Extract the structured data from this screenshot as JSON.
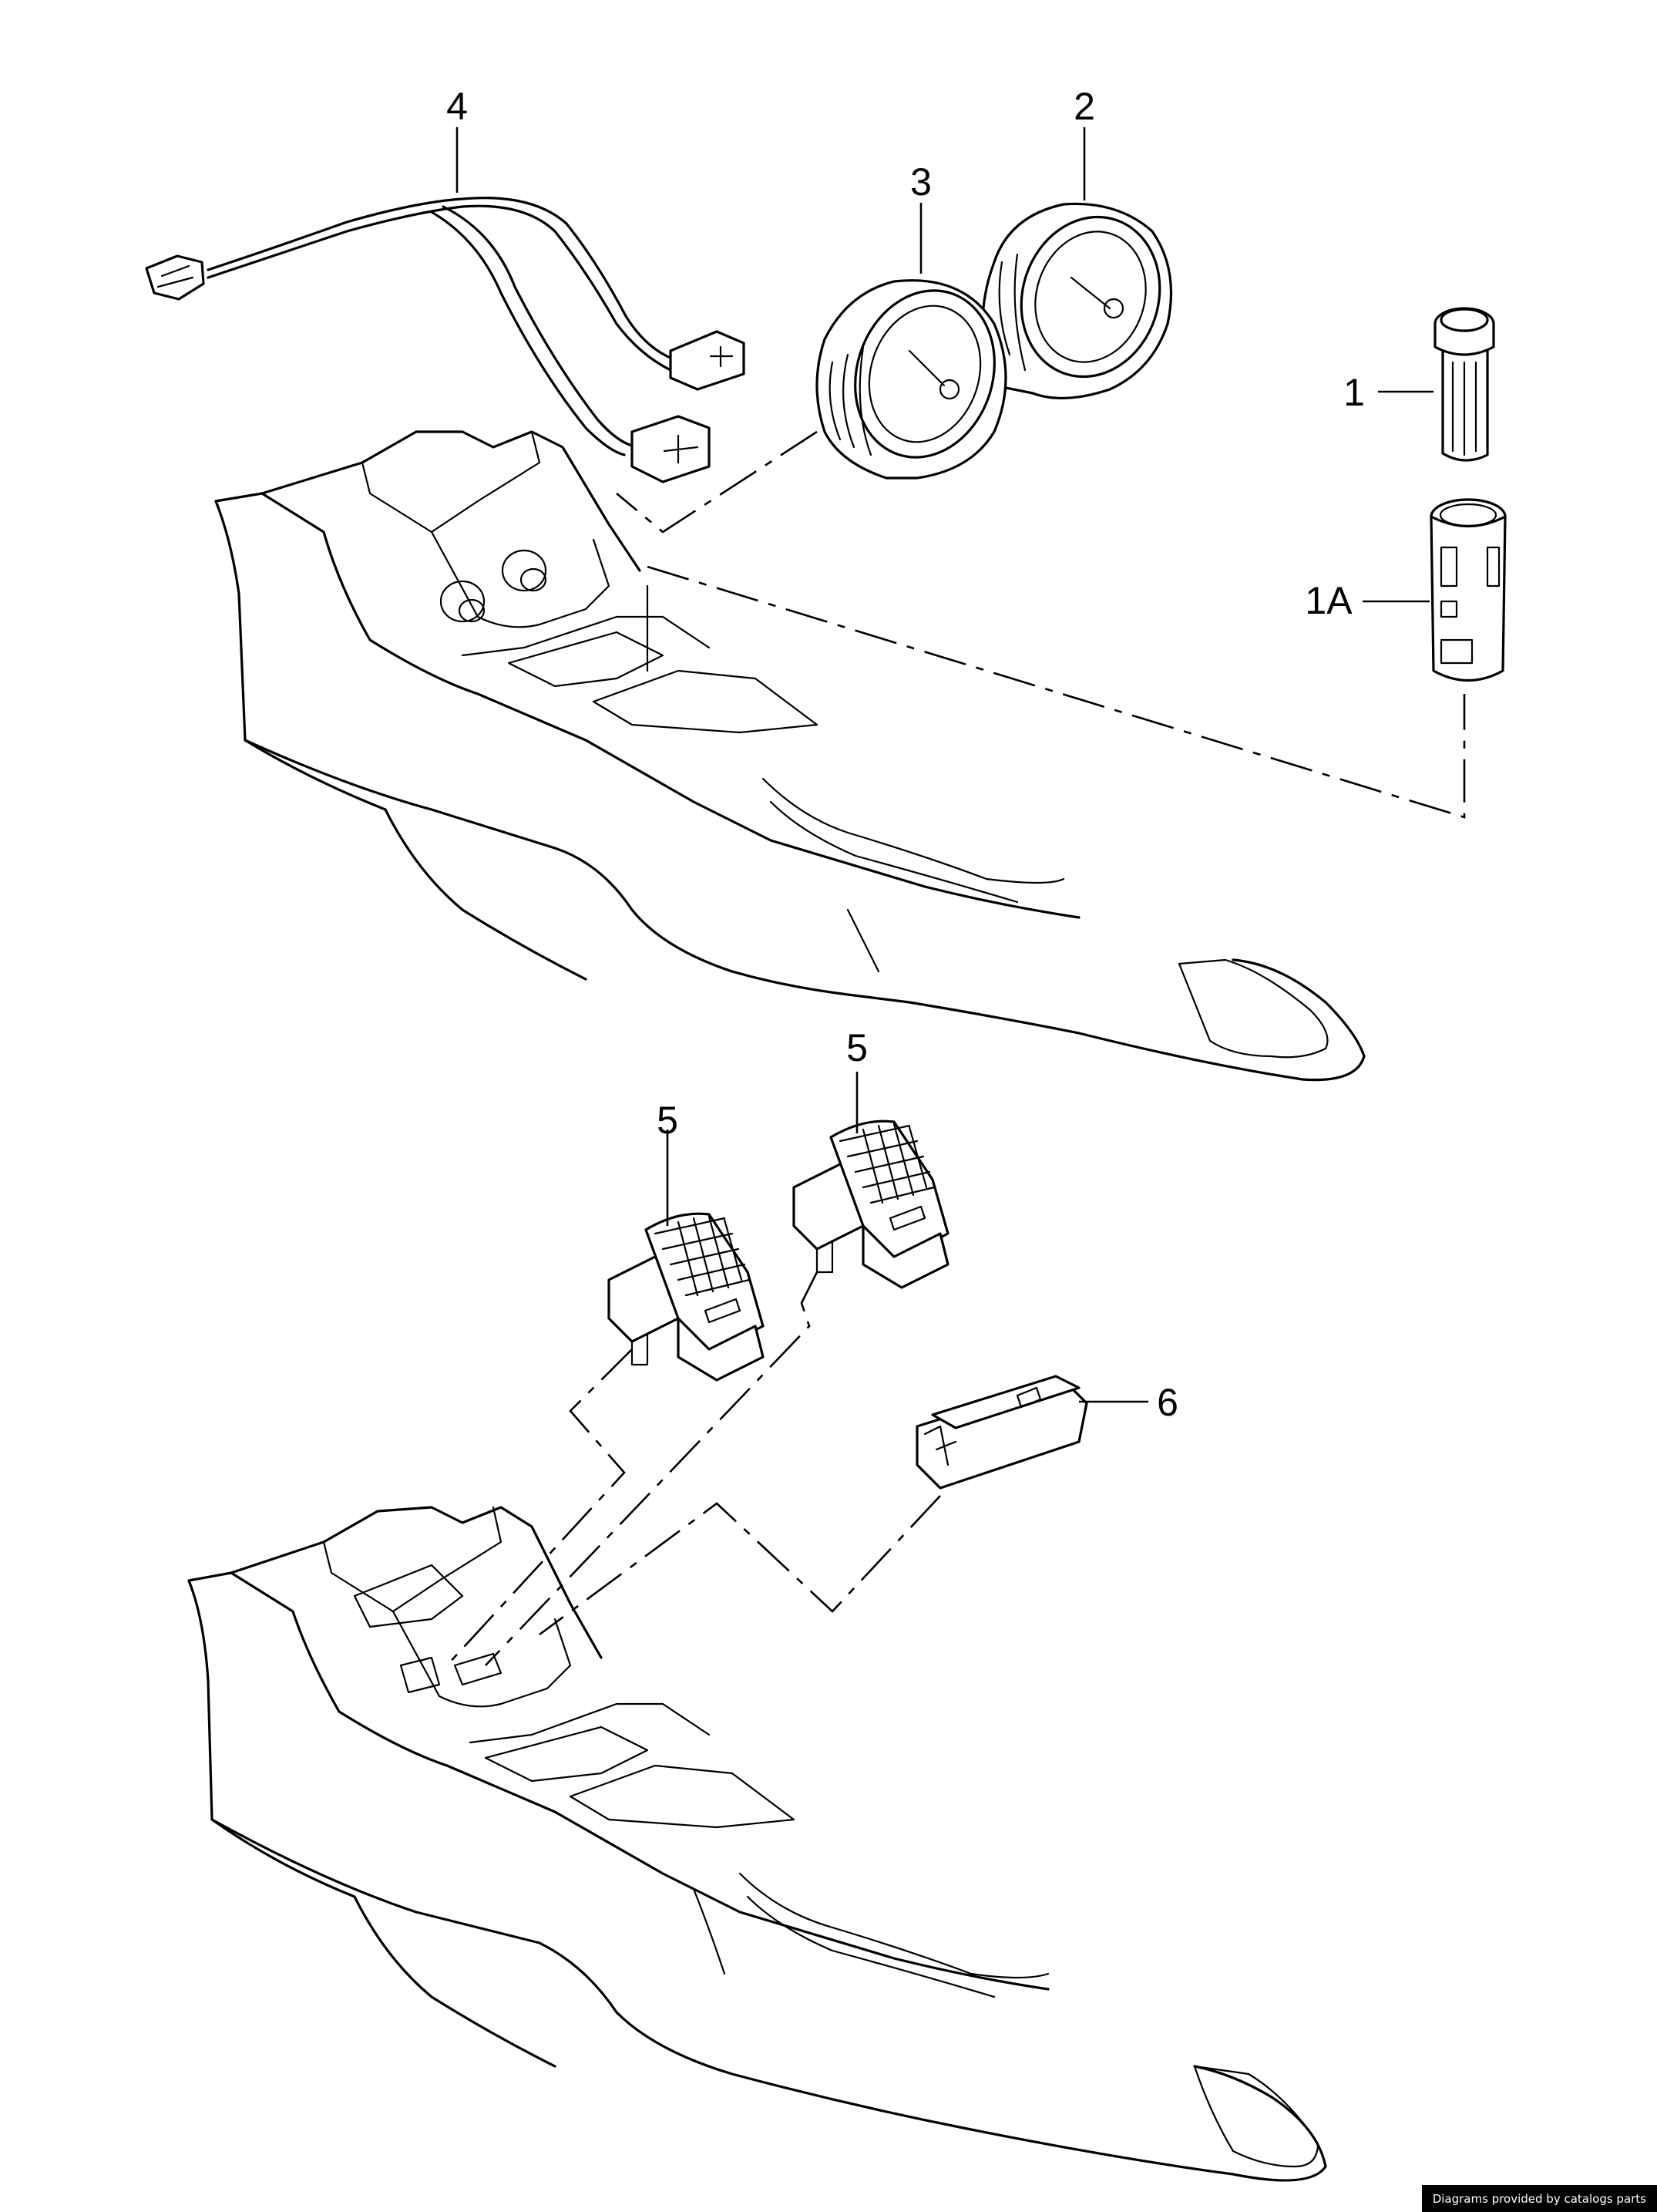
{
  "callouts": {
    "part_1": "1",
    "part_1a": "1A",
    "part_2": "2",
    "part_3": "3",
    "part_4": "4",
    "part_5_left": "5",
    "part_5_right": "5",
    "part_6": "6"
  },
  "footer": {
    "credit": "Diagrams provided by catalogs parts"
  }
}
